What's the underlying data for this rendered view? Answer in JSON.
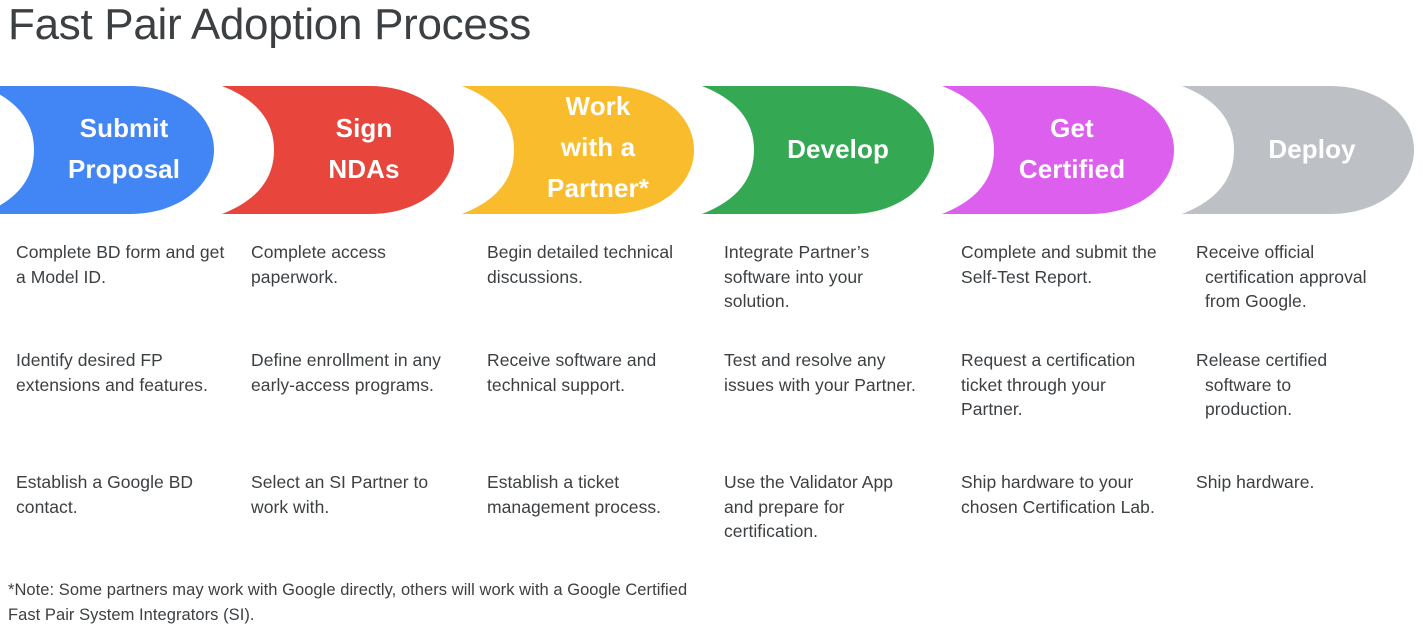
{
  "title": "Fast Pair Adoption Process",
  "colors": {
    "text": "#3c4043",
    "background": "#ffffff",
    "stage_submit_proposal": "#4285f4",
    "stage_sign_ndas": "#e8453c",
    "stage_work_with_partner": "#f9bc2c",
    "stage_develop": "#34a853",
    "stage_get_certified": "#dd5fee",
    "stage_deploy": "#bdc1c6"
  },
  "stages": [
    {
      "id": "submit-proposal",
      "label": "Submit\nProposal",
      "color": "#4285f4",
      "items": [
        "Complete BD form and get a Model ID.",
        "Identify desired FP extensions and features.",
        "Establish a Google BD contact."
      ]
    },
    {
      "id": "sign-ndas",
      "label": "Sign\nNDAs",
      "color": "#e8453c",
      "items": [
        "Complete access paperwork.",
        "Define enrollment in any early-access programs.",
        "Select an SI Partner to work with."
      ]
    },
    {
      "id": "work-with-a-partner",
      "label": "Work\nwith a\nPartner*",
      "color": "#f9bc2c",
      "items": [
        "Begin detailed technical discussions.",
        "Receive software and technical support.",
        "Establish a ticket management process."
      ]
    },
    {
      "id": "develop",
      "label": "Develop",
      "color": "#34a853",
      "items": [
        "Integrate Partner’s software into your solution.",
        "Test and resolve any issues with your Partner.",
        "Use the Validator App and prepare for certification."
      ]
    },
    {
      "id": "get-certified",
      "label": "Get\nCertified",
      "color": "#dd5fee",
      "items": [
        "Complete and submit the Self-Test Report.",
        "Request a certification ticket through your Partner.",
        "Ship hardware to your chosen Certification Lab."
      ]
    },
    {
      "id": "deploy",
      "label": "Deploy",
      "color": "#bdc1c6",
      "items": [
        "Receive official certification approval from Google.",
        "Release certified software to production.",
        "Ship hardware."
      ]
    }
  ],
  "footnote": "*Note: Some partners may work with Google directly, others will work with a Google Certified Fast Pair System Integrators (SI)."
}
